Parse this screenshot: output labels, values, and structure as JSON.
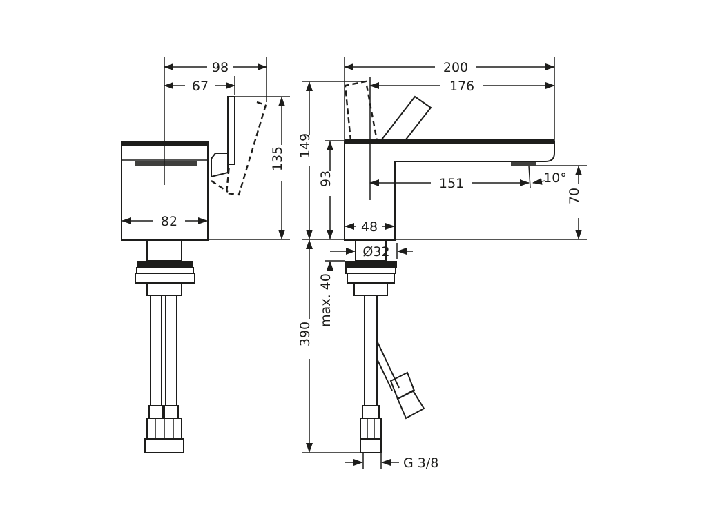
{
  "colors": {
    "line": "#1d1d1b",
    "background": "#ffffff"
  },
  "side_view": {
    "dim_98": "98",
    "dim_67": "67",
    "dim_135": "135",
    "dim_82": "82"
  },
  "front_view": {
    "dim_200": "200",
    "dim_176": "176",
    "dim_149": "149",
    "dim_93": "93",
    "dim_151": "151",
    "dim_10deg": "10°",
    "dim_70": "70",
    "dim_48": "48",
    "dim_d32": "Ø32",
    "dim_max40": "max. 40",
    "dim_390": "390",
    "dim_thread": "G 3/8"
  }
}
